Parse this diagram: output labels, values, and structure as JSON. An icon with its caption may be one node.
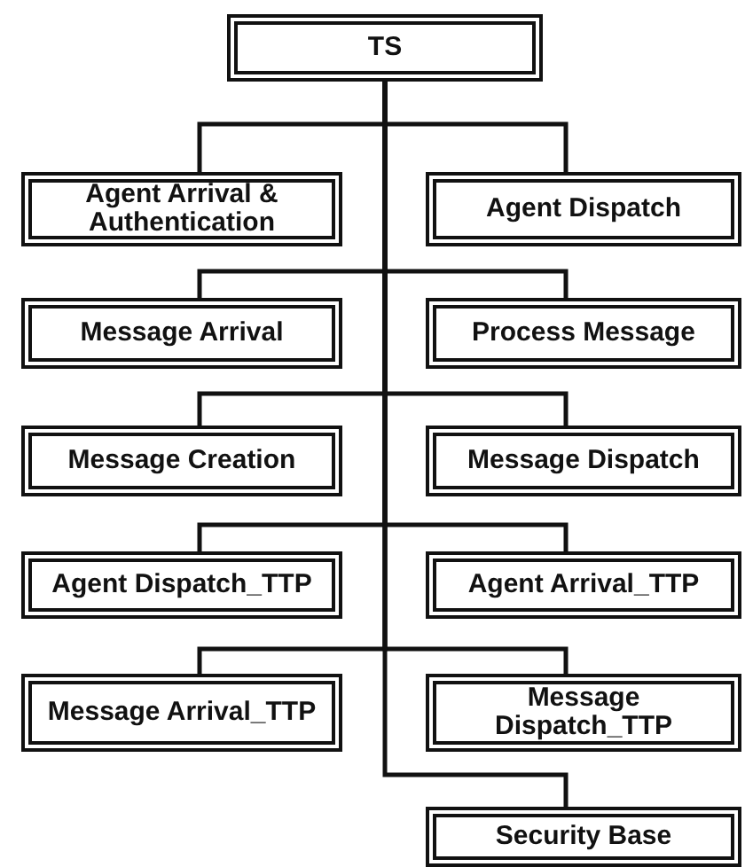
{
  "diagram": {
    "nodes": [
      {
        "text": [
          "TS"
        ]
      },
      {
        "text": [
          "Agent Arrival & Authentication"
        ]
      },
      {
        "text": [
          "Agent Dispatch"
        ]
      },
      {
        "text": [
          "Message Arrival"
        ]
      },
      {
        "text": [
          "Process Message"
        ]
      },
      {
        "text": [
          "Message Creation"
        ]
      },
      {
        "text": [
          "Message Dispatch"
        ]
      },
      {
        "text": [
          "Agent Dispatch_TTP"
        ]
      },
      {
        "text": [
          "Agent Arrival_TTP"
        ]
      },
      {
        "text": [
          "Message Arrival_TTP"
        ]
      },
      {
        "text": [
          "Message Dispatch_TTP"
        ]
      },
      {
        "text": [
          "Security Base"
        ]
      }
    ],
    "edges": [
      {
        "from": 0,
        "to": 1,
        "arrow": "none"
      },
      {
        "from": 0,
        "to": 2,
        "arrow": "none"
      },
      {
        "from": 0,
        "to": 3,
        "arrow": "none"
      },
      {
        "from": 0,
        "to": 4,
        "arrow": "none"
      },
      {
        "from": 0,
        "to": 5,
        "arrow": "none"
      },
      {
        "from": 0,
        "to": 6,
        "arrow": "none"
      },
      {
        "from": 0,
        "to": 7,
        "arrow": "none"
      },
      {
        "from": 0,
        "to": 8,
        "arrow": "none"
      },
      {
        "from": 0,
        "to": 9,
        "arrow": "none"
      },
      {
        "from": 0,
        "to": 10,
        "arrow": "none"
      },
      {
        "from": 0,
        "to": 11,
        "arrow": "none"
      }
    ]
  }
}
